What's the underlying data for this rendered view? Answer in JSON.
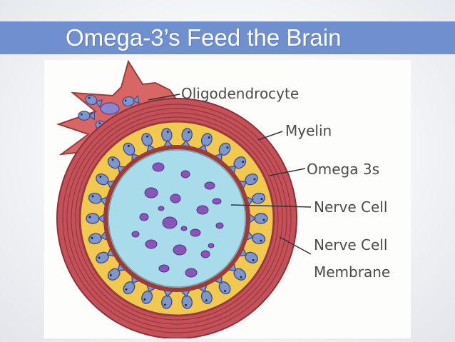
{
  "slide": {
    "title": "Omega-3’s Feed the Brain"
  },
  "diagram": {
    "labels": {
      "oligodendrocyte": "Oligodendrocyte",
      "myelin": "Myelin",
      "omega3s": "Omega 3s",
      "nerve_cell": "Nerve Cell",
      "membrane_line1": "Nerve Cell",
      "membrane_line2": "Membrane"
    },
    "colors": {
      "title_bar": "#6f8fcf",
      "myelin": "#b5434c",
      "oligodendrocyte": "#d86a68",
      "omega3_fill": "#f2c64e",
      "omega3_fish": "#7f95cf",
      "nerve_cell": "#a9dce9",
      "vesicles": "#7a4fa8"
    }
  }
}
